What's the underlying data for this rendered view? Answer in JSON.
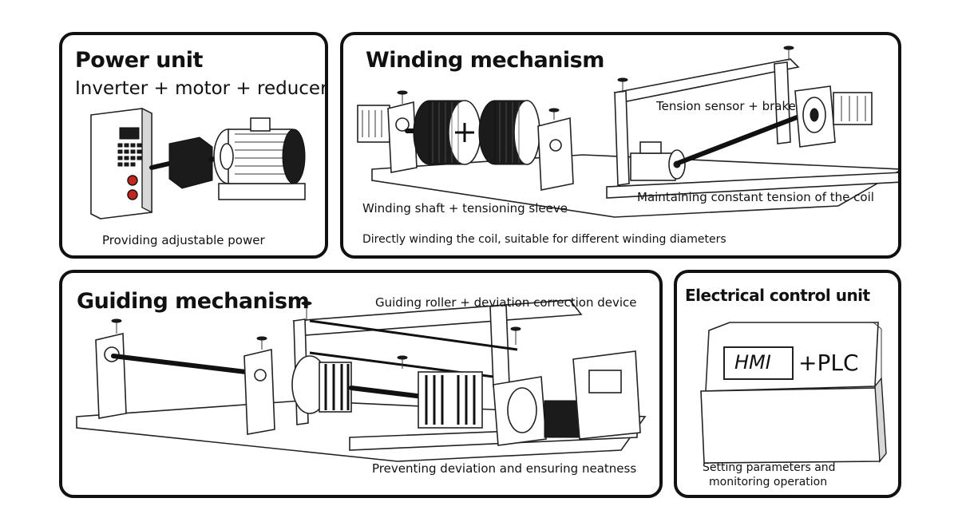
{
  "power_unit": {
    "title": "Power unit",
    "subtitle": "Inverter + motor + reducer",
    "caption": "Providing adjustable power"
  },
  "winding_mechanism": {
    "title": "Winding mechanism",
    "label_tension": "Tension sensor + brake",
    "label_constant": "Maintaining constant tension of the coil",
    "label_shaft": "Winding shaft + tensioning sleeve",
    "caption": "Directly winding the coil, suitable for different winding diameters"
  },
  "guiding_mechanism": {
    "title": "Guiding mechanism",
    "label_roller": "Guiding roller + deviation correction device",
    "caption": "Preventing deviation and ensuring neatness"
  },
  "electrical_control_unit": {
    "title": "Electrical control unit",
    "hmi": "HMI",
    "plc": "+PLC",
    "caption_line1": "Setting parameters and",
    "caption_line2": "monitoring operation"
  }
}
